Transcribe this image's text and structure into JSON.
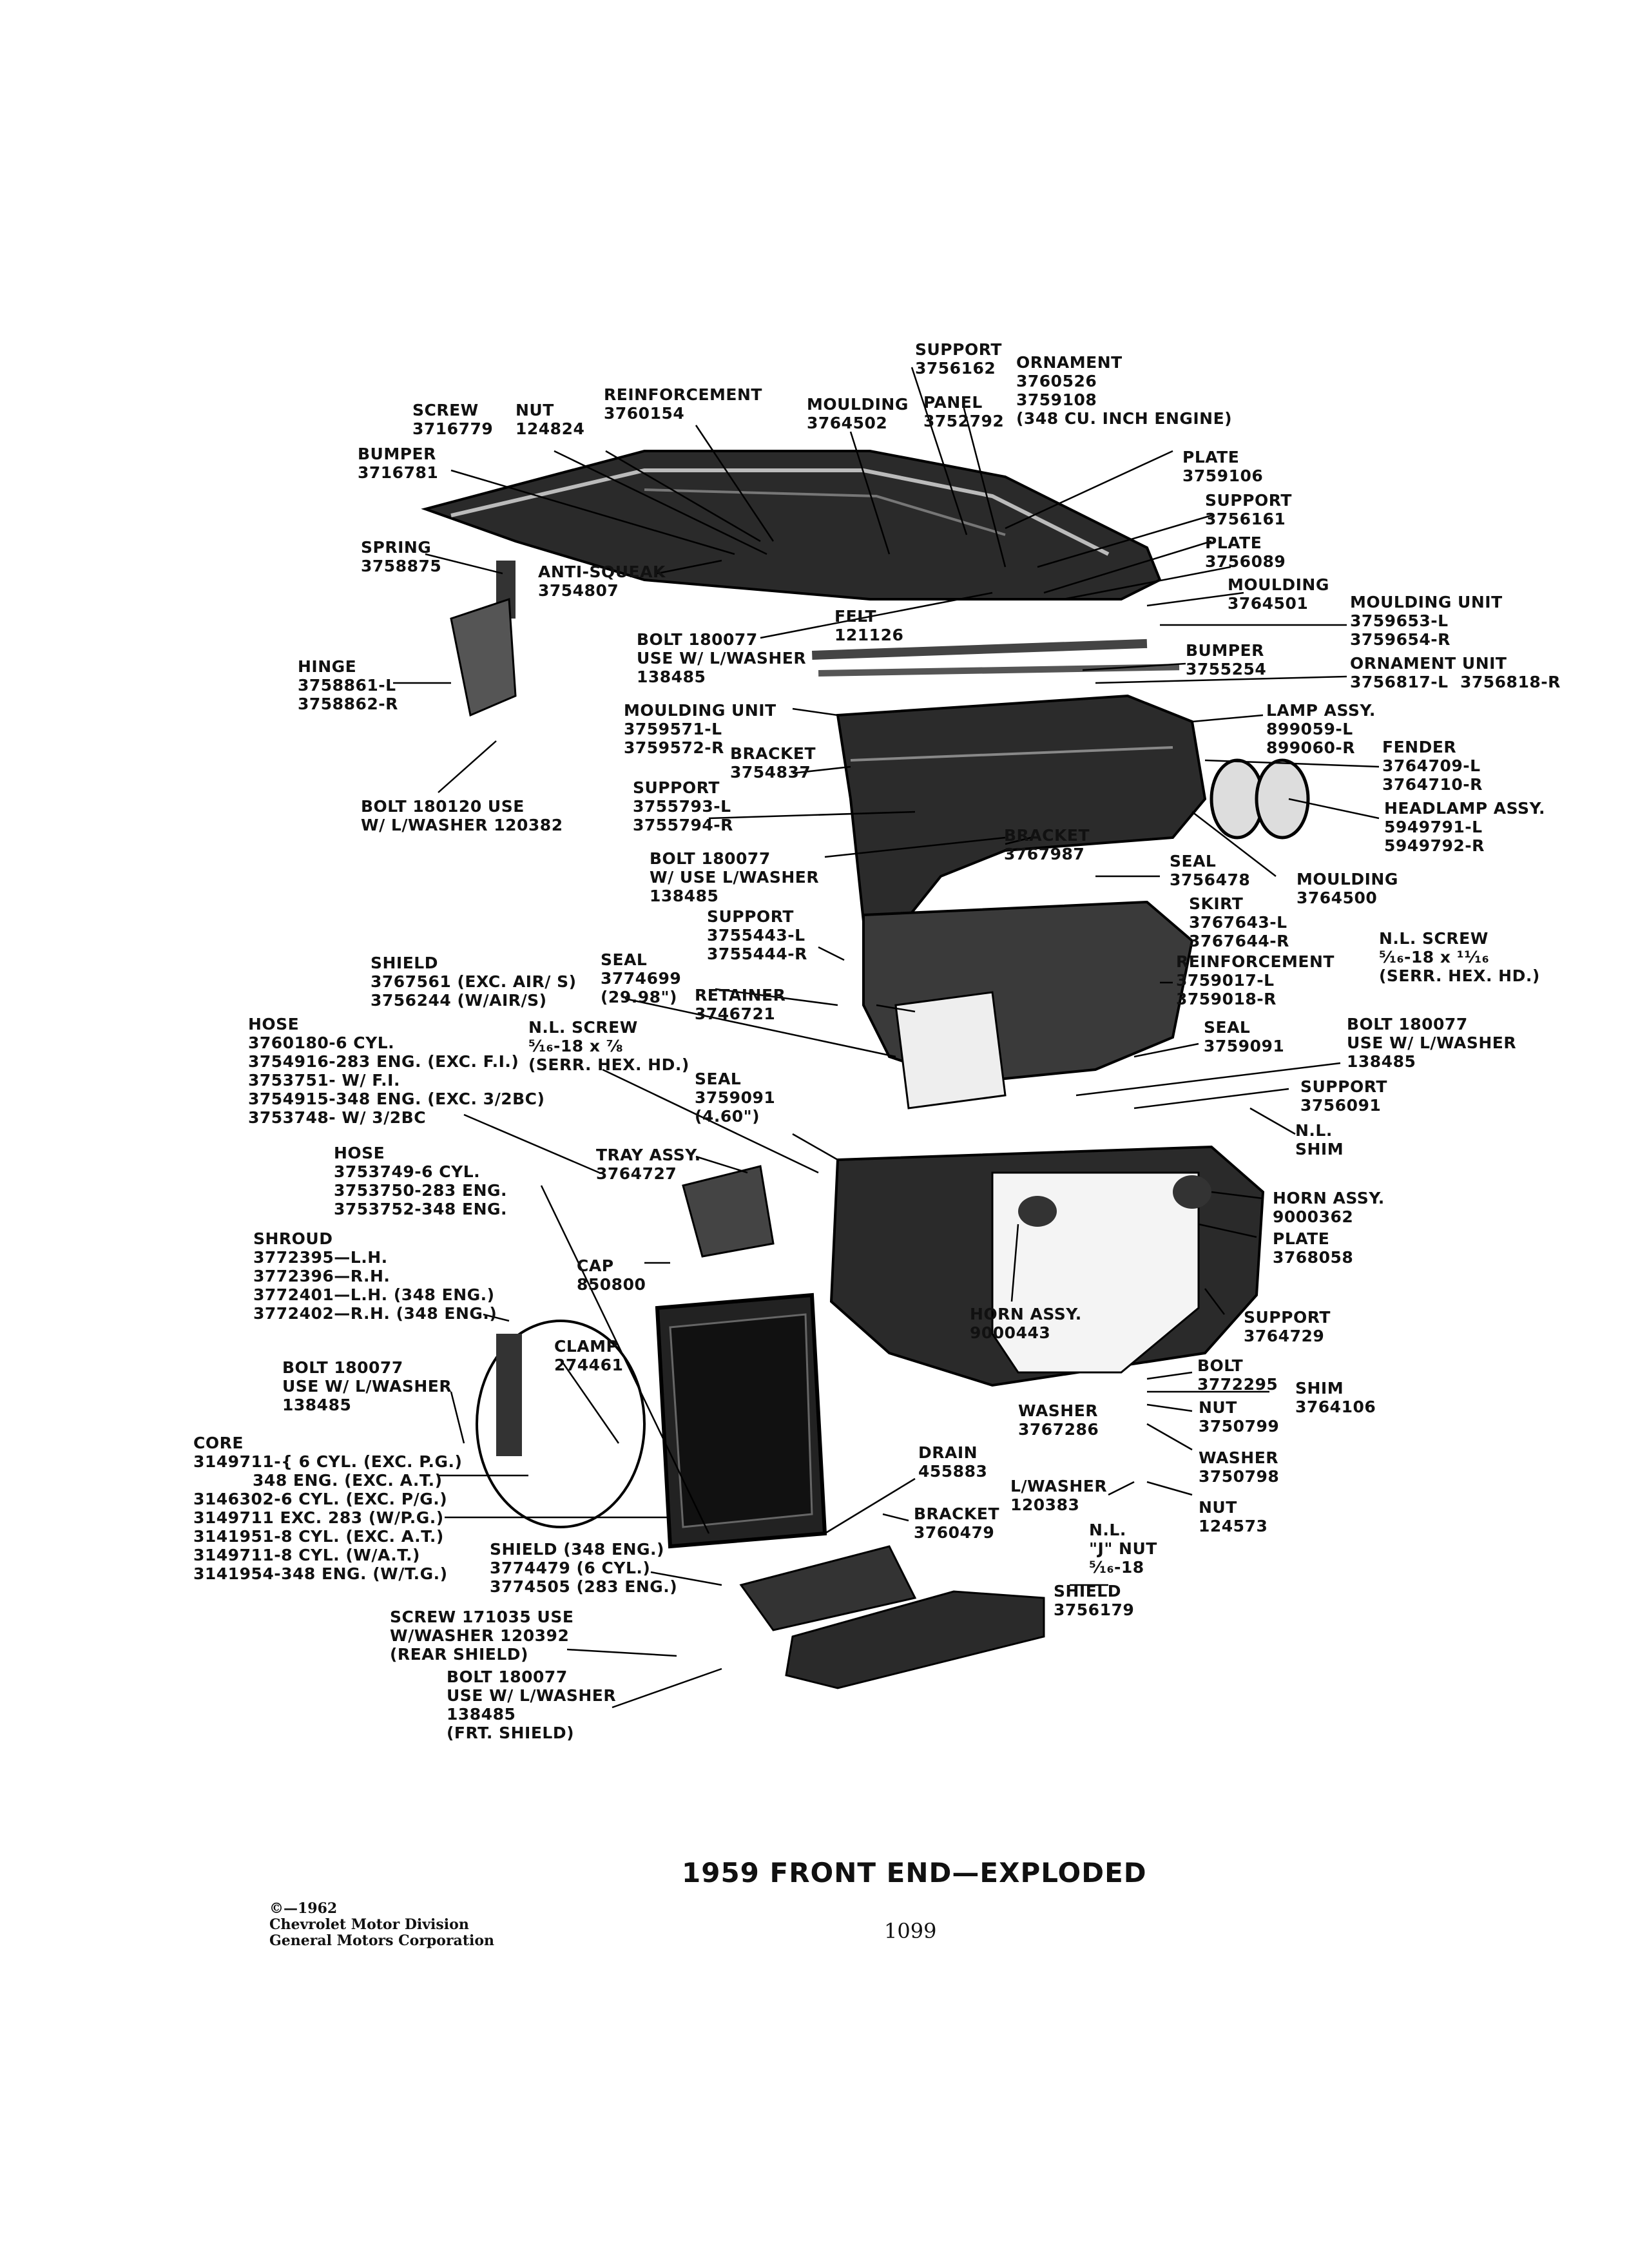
{
  "title": "1959 FRONT END—EXPLODED",
  "page_number": "1099",
  "copyright": [
    "©—1962",
    "Chevrolet Motor Division",
    "General Motors Corporation"
  ],
  "labels": [
    {
      "id": "support-3756162",
      "text": "SUPPORT\n3756162"
    },
    {
      "id": "ornament-3760526",
      "text": "ORNAMENT\n3760526\n3759108\n(348 CU. INCH ENGINE)"
    },
    {
      "id": "panel-3752792",
      "text": "PANEL\n3752792"
    },
    {
      "id": "moulding-3764502",
      "text": "MOULDING\n3764502"
    },
    {
      "id": "reinforcement-3760154",
      "text": "REINFORCEMENT\n3760154"
    },
    {
      "id": "screw-3716779",
      "text": "SCREW\n3716779"
    },
    {
      "id": "nut-124824",
      "text": "NUT\n124824"
    },
    {
      "id": "bumper-3716781",
      "text": "BUMPER\n3716781"
    },
    {
      "id": "plate-3759106",
      "text": "PLATE\n3759106"
    },
    {
      "id": "support-3756161",
      "text": "SUPPORT\n3756161"
    },
    {
      "id": "plate-3756089",
      "text": "PLATE\n3756089"
    },
    {
      "id": "moulding-3764501",
      "text": "MOULDING\n3764501"
    },
    {
      "id": "moulding-unit-3759653",
      "text": "MOULDING UNIT\n3759653-L\n3759654-R"
    },
    {
      "id": "spring-3758875",
      "text": "SPRING\n3758875"
    },
    {
      "id": "anti-squeak-3754807",
      "text": "ANTI-SQUEAK\n3754807"
    },
    {
      "id": "felt-121126",
      "text": "FELT\n121126"
    },
    {
      "id": "bolt-180077-a",
      "text": "BOLT 180077\nUSE W/ L/WASHER\n138485"
    },
    {
      "id": "bumper-3755254",
      "text": "BUMPER\n3755254"
    },
    {
      "id": "ornament-unit-3756817",
      "text": "ORNAMENT UNIT\n3756817-L  3756818-R"
    },
    {
      "id": "hinge-3758861",
      "text": "HINGE\n3758861-L\n3758862-R"
    },
    {
      "id": "moulding-unit-3759571",
      "text": "MOULDING UNIT\n3759571-L\n3759572-R"
    },
    {
      "id": "lamp-assy-899059",
      "text": "LAMP ASSY.\n899059-L\n899060-R"
    },
    {
      "id": "bracket-3754837",
      "text": "BRACKET\n3754837"
    },
    {
      "id": "fender-3764709",
      "text": "FENDER\n3764709-L\n3764710-R"
    },
    {
      "id": "support-3755793",
      "text": "SUPPORT\n3755793-L\n3755794-R"
    },
    {
      "id": "headlamp-assy-5949791",
      "text": "HEADLAMP ASSY.\n5949791-L\n5949792-R"
    },
    {
      "id": "bolt-180120",
      "text": "BOLT 180120 USE\nW/ L/WASHER 120382"
    },
    {
      "id": "bracket-3767987",
      "text": "BRACKET\n3767987"
    },
    {
      "id": "bolt-180077-b",
      "text": "BOLT 180077\nW/ USE L/WASHER\n138485"
    },
    {
      "id": "seal-3756478",
      "text": "SEAL\n3756478"
    },
    {
      "id": "moulding-3764500",
      "text": "MOULDING\n3764500"
    },
    {
      "id": "support-3755443",
      "text": "SUPPORT\n3755443-L\n3755444-R"
    },
    {
      "id": "skirt-3767643",
      "text": "SKIRT\n3767643-L\n3767644-R"
    },
    {
      "id": "nl-screw-a",
      "text": "N.L. SCREW\n⁵⁄₁₆-18 x ¹¹⁄₁₆\n(SERR. HEX. HD.)"
    },
    {
      "id": "shield-3767561",
      "text": "SHIELD\n3767561 (EXC. AIR/ S)\n3756244 (W/AIR/S)"
    },
    {
      "id": "seal-3774699",
      "text": "SEAL\n3774699\n(29.98\")"
    },
    {
      "id": "reinforcement-3759017",
      "text": "REINFORCEMENT\n3759017-L\n3759018-R"
    },
    {
      "id": "retainer-3746721",
      "text": "RETAINER\n3746721"
    },
    {
      "id": "hose-3760180",
      "text": "HOSE\n3760180-6 CYL.\n3754916-283 ENG. (EXC. F.I.)\n3753751- W/ F.I.\n3754915-348 ENG. (EXC. 3/2BC)\n3753748- W/ 3/2BC"
    },
    {
      "id": "nl-screw-b",
      "text": "N.L. SCREW\n⁵⁄₁₆-18 x ⅞\n(SERR. HEX. HD.)"
    },
    {
      "id": "seal-3759091-a",
      "text": "SEAL\n3759091"
    },
    {
      "id": "bolt-180077-c",
      "text": "BOLT 180077\nUSE W/ L/WASHER\n138485"
    },
    {
      "id": "support-3756091",
      "text": "SUPPORT\n3756091"
    },
    {
      "id": "seal-3759091-b",
      "text": "SEAL\n3759091\n(4.60\")"
    },
    {
      "id": "nl-shim",
      "text": "N.L.\nSHIM"
    },
    {
      "id": "hose-3753749",
      "text": "HOSE\n3753749-6 CYL.\n3753750-283 ENG.\n3753752-348 ENG."
    },
    {
      "id": "tray-assy-3764727",
      "text": "TRAY ASSY.\n3764727"
    },
    {
      "id": "horn-assy-9000362",
      "text": "HORN ASSY.\n9000362"
    },
    {
      "id": "plate-3768058",
      "text": "PLATE\n3768058"
    },
    {
      "id": "shroud-3772395",
      "text": "SHROUD\n3772395—L.H.\n3772396—R.H.\n3772401—L.H. (348 ENG.)\n3772402—R.H. (348 ENG.)"
    },
    {
      "id": "cap-850800",
      "text": "CAP\n850800"
    },
    {
      "id": "horn-assy-9000443",
      "text": "HORN ASSY.\n9000443"
    },
    {
      "id": "support-3764729",
      "text": "SUPPORT\n3764729"
    },
    {
      "id": "clamp-274461",
      "text": "CLAMP\n274461"
    },
    {
      "id": "bolt-180077-d",
      "text": "BOLT 180077\nUSE W/ L/WASHER\n138485"
    },
    {
      "id": "bolt-3772295",
      "text": "BOLT\n3772295"
    },
    {
      "id": "shim-3764106",
      "text": "SHIM\n3764106"
    },
    {
      "id": "washer-3767286",
      "text": "WASHER\n3767286"
    },
    {
      "id": "nut-3750799",
      "text": "NUT\n3750799"
    },
    {
      "id": "washer-3750798",
      "text": "WASHER\n3750798"
    },
    {
      "id": "core-3149711",
      "text": "CORE\n3149711-{ 6 CYL. (EXC. P.G.)\n          348 ENG. (EXC. A.T.)\n3146302-6 CYL. (EXC. P/G.)\n3149711 EXC. 283 (W/P.G.)\n3141951-8 CYL. (EXC. A.T.)\n3149711-8 CYL. (W/A.T.)\n3141954-348 ENG. (W/T.G.)"
    },
    {
      "id": "drain-455883",
      "text": "DRAIN\n455883"
    },
    {
      "id": "lwasher-120383",
      "text": "L/WASHER\n120383"
    },
    {
      "id": "nut-124573",
      "text": "NUT\n124573"
    },
    {
      "id": "bracket-3760479",
      "text": "BRACKET\n3760479"
    },
    {
      "id": "nl-j-nut",
      "text": "N.L.\n\"J\" NUT\n⁵⁄₁₆-18"
    },
    {
      "id": "shield-3774479",
      "text": "SHIELD (348 ENG.)\n3774479 (6 CYL.)\n3774505 (283 ENG.)"
    },
    {
      "id": "shield-3756179",
      "text": "SHIELD\n3756179"
    },
    {
      "id": "screw-171035",
      "text": "SCREW 171035 USE\nW/WASHER 120392\n(REAR SHIELD)"
    },
    {
      "id": "bolt-180077-e",
      "text": "BOLT 180077\nUSE W/ L/WASHER\n138485\n(FRT. SHIELD)"
    }
  ]
}
